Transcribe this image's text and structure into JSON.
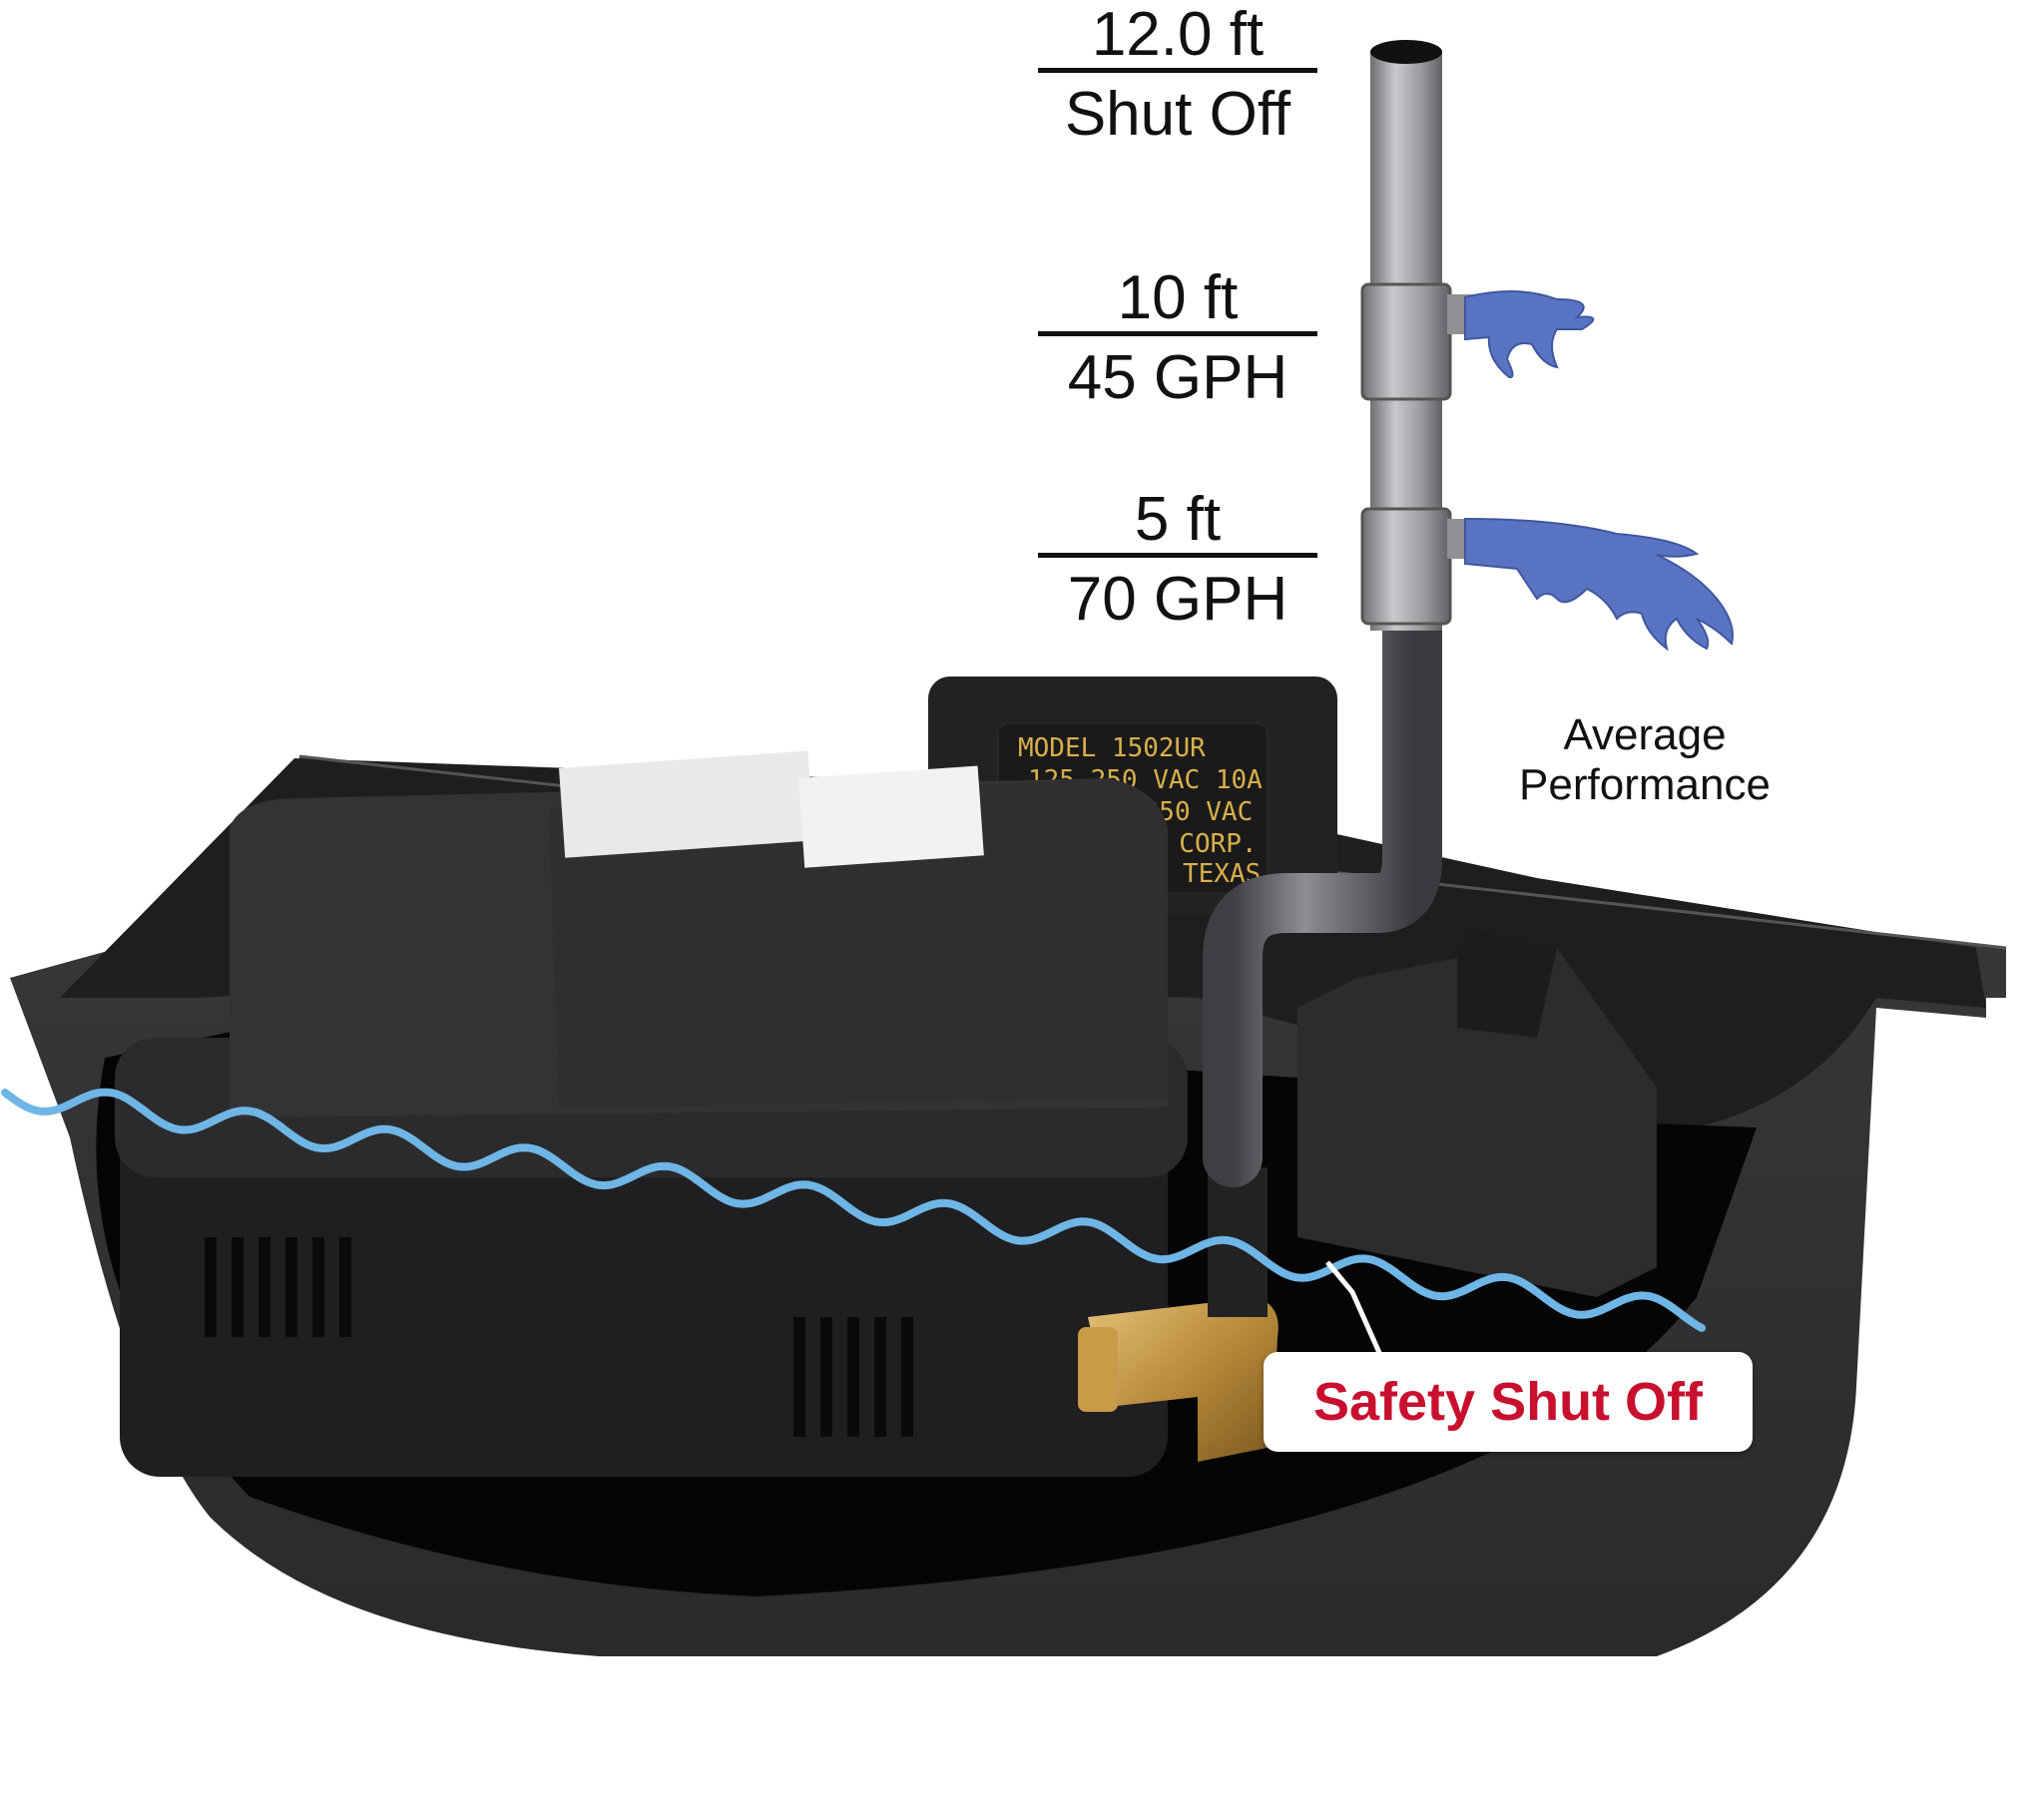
{
  "labels": {
    "shutoff_height": "12.0 ft",
    "shutoff_text": "Shut Off",
    "mid_height": "10 ft",
    "mid_flow": "45 GPH",
    "low_height": "5 ft",
    "low_flow": "70 GPH",
    "performance_line1": "Average",
    "performance_line2": "Performance",
    "safety": "Safety Shut Off"
  },
  "device": {
    "plate_line1": "MODEL  1502UR",
    "plate_line2": "125  250 VAC 10A",
    "plate_line3": "-250 VAC",
    "plate_line4": "T  CORP.",
    "plate_line5": "TEXAS"
  },
  "colors": {
    "water_line": "#6fb6e6",
    "water_flow": "#5a74c4",
    "safety_text": "#c8102e",
    "pipe": "#a9abae",
    "housing": "#2b2b2b"
  },
  "icons": {
    "water_wave": "wavy-line",
    "flow": "water-splash"
  }
}
